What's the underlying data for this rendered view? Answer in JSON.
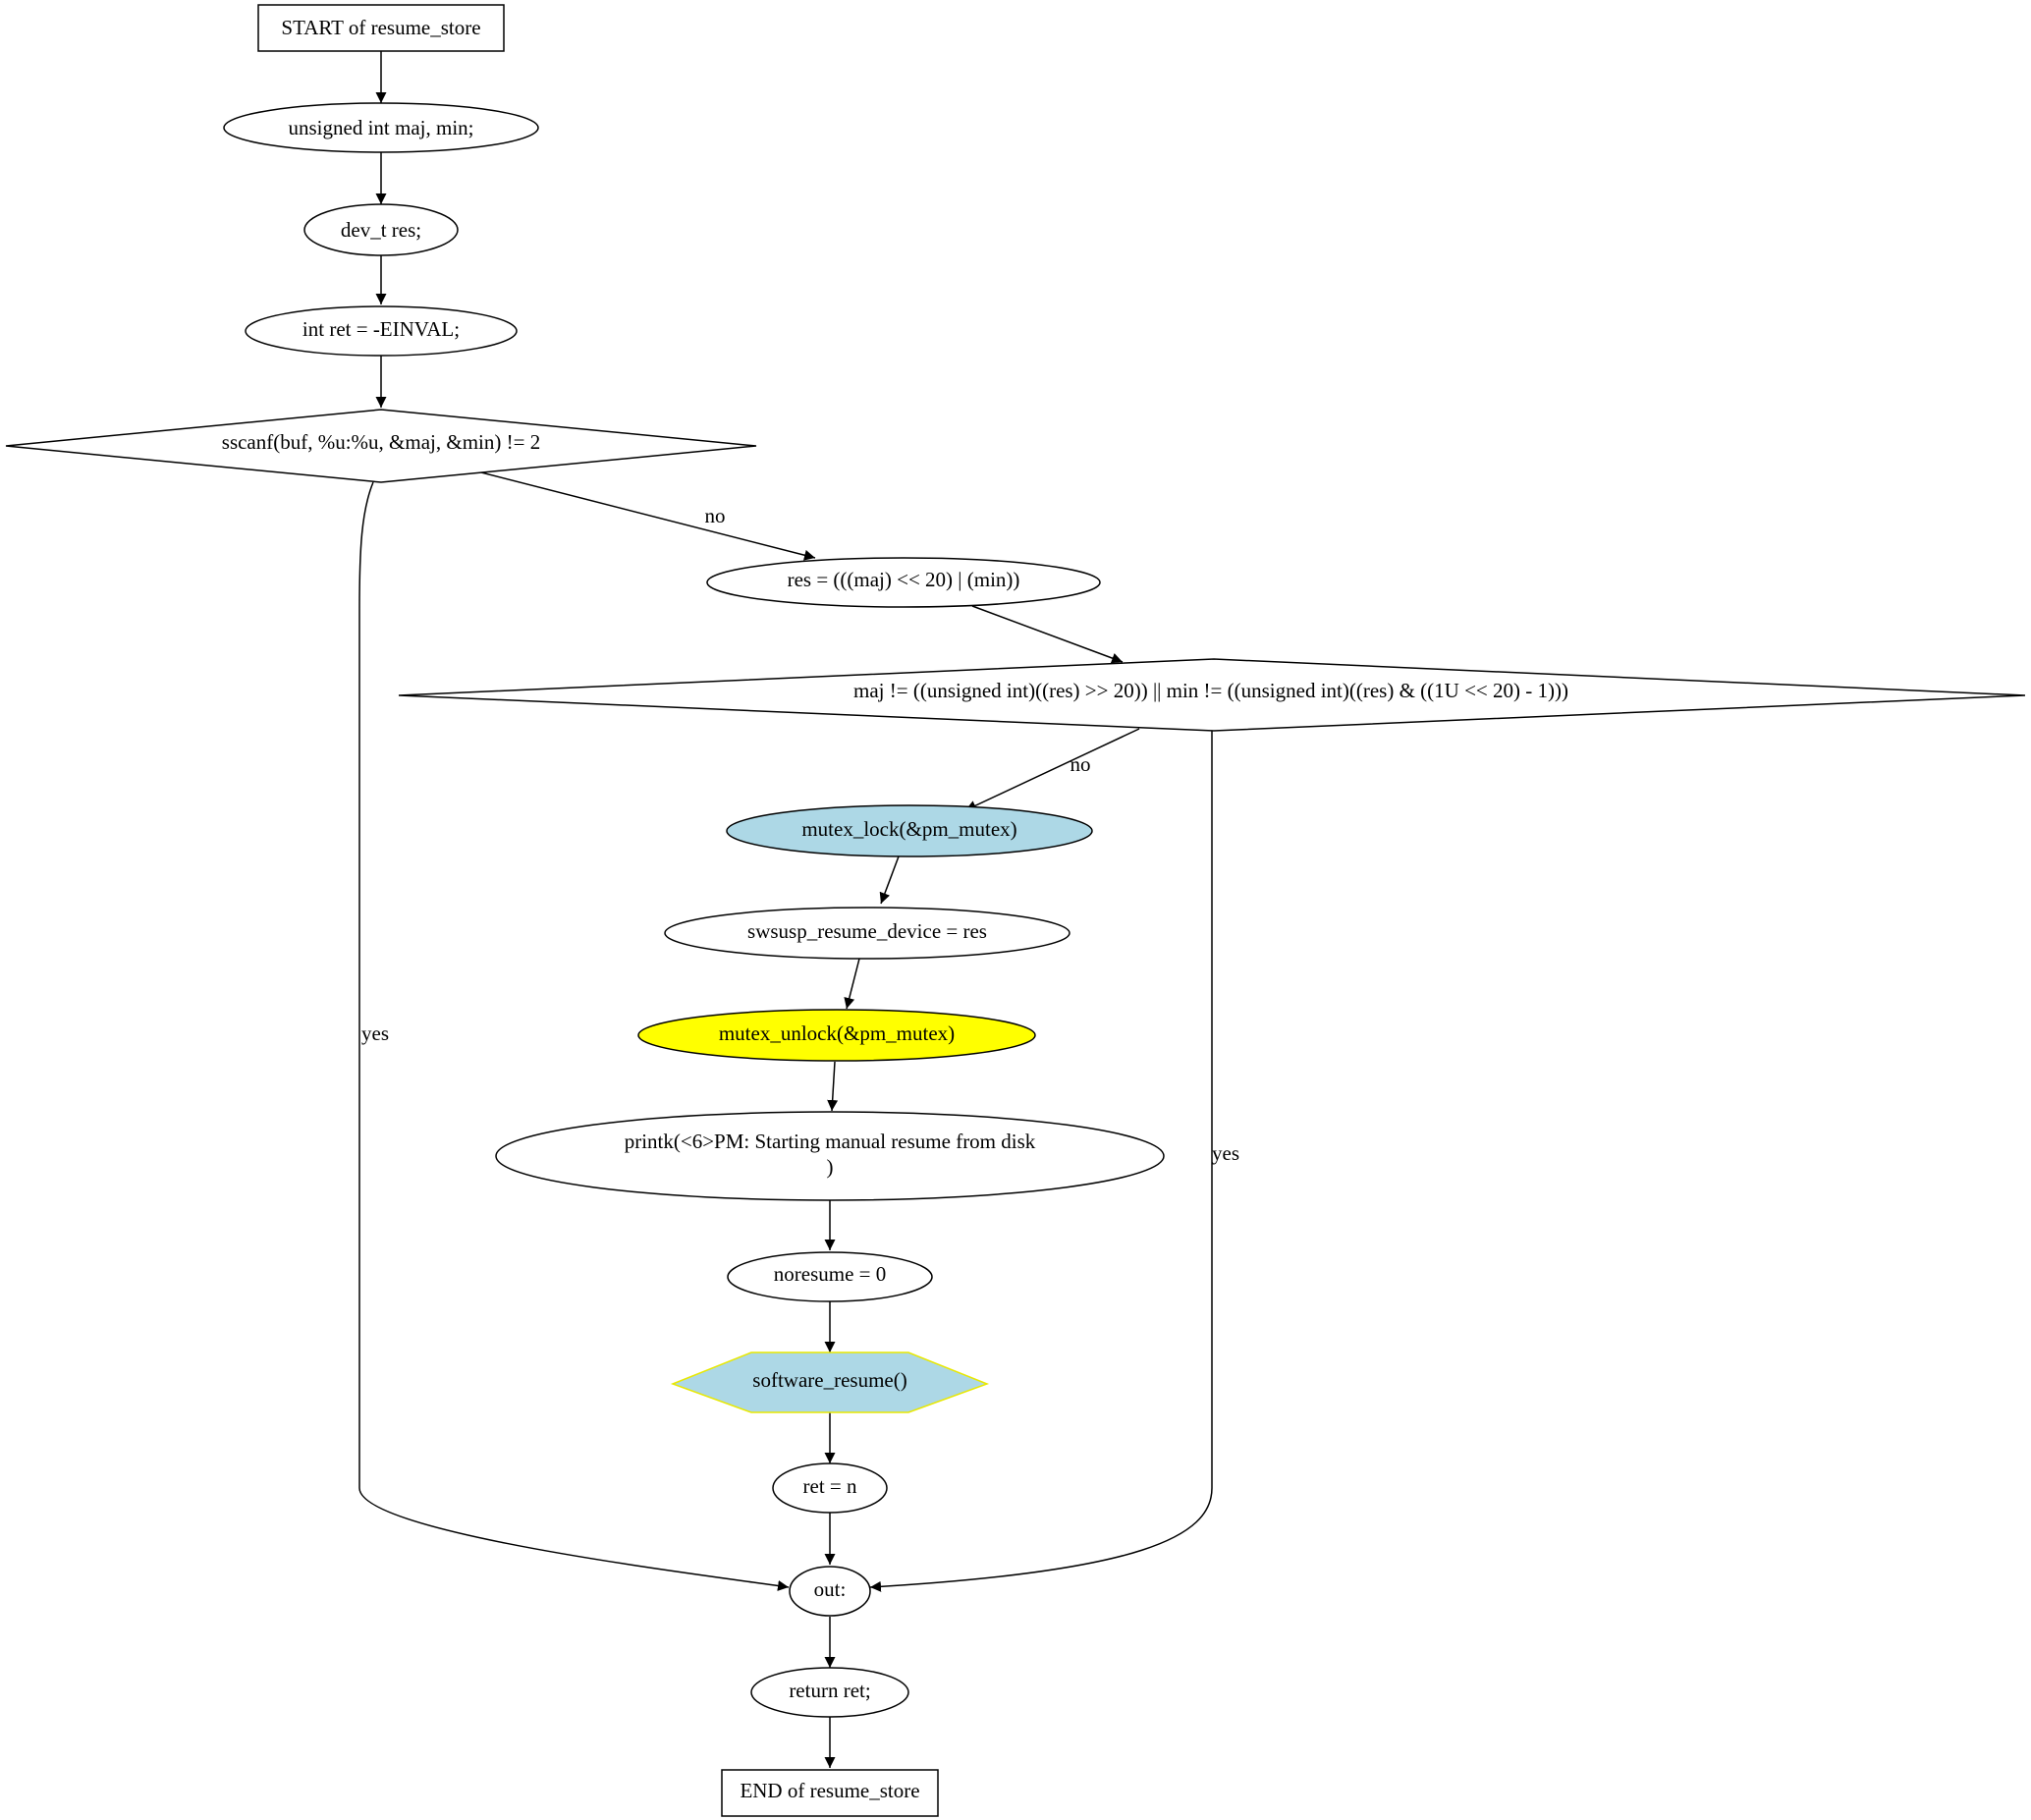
{
  "colors": {
    "default_fill": "#ffffff",
    "mutex_lock_fill": "#add8e6",
    "mutex_unlock_fill": "#ffff00",
    "software_resume_fill": "#add8e6",
    "software_resume_stroke": "#e8e800"
  },
  "nodes": {
    "start": "START of resume_store",
    "decl_maj_min": "unsigned int maj, min;",
    "decl_res": "dev_t res;",
    "decl_ret": "int ret = -EINVAL;",
    "cond_sscanf": "sscanf(buf, %u:%u, &maj, &min) != 2",
    "assign_res": "res = (((maj) << 20) | (min))",
    "cond_check": "maj != ((unsigned int)((res) >> 20)) || min != ((unsigned int)((res) & ((1U << 20) - 1)))",
    "mutex_lock": "mutex_lock(&pm_mutex)",
    "assign_device": "swsusp_resume_device = res",
    "mutex_unlock": "mutex_unlock(&pm_mutex)",
    "printk_line1": "printk(<6>PM: Starting manual resume from disk",
    "printk_line2": ")",
    "noresume": "noresume = 0",
    "software_resume": "software_resume()",
    "ret_n": "ret = n",
    "out_label": "out:",
    "return_ret": "return ret;",
    "end": "END of resume_store"
  },
  "edge_labels": {
    "sscanf_no": "no",
    "sscanf_yes": "yes",
    "check_no": "no",
    "check_yes": "yes"
  }
}
